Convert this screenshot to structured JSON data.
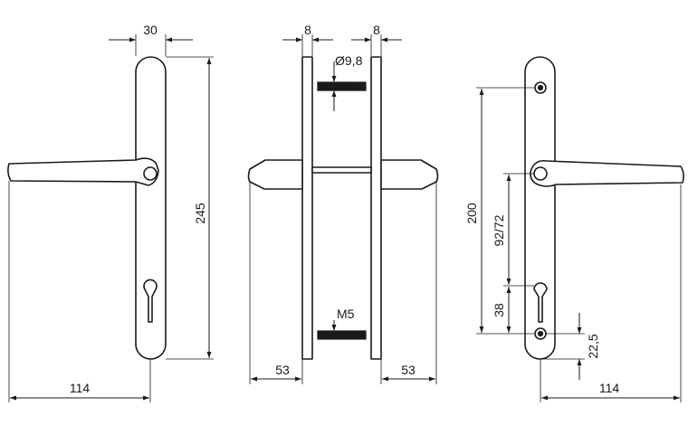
{
  "dimensions": {
    "front_width": "30",
    "front_height": "245",
    "front_projection": "114",
    "side_thickness_left": "8",
    "side_thickness_right": "8",
    "side_bolt_diameter": "Ø9,8",
    "side_screw": "M5",
    "side_lever_left": "53",
    "side_lever_right": "53",
    "back_height": "200",
    "back_centers": "92/72",
    "back_lower": "38",
    "back_bottom": "22,5",
    "back_projection": "114"
  }
}
